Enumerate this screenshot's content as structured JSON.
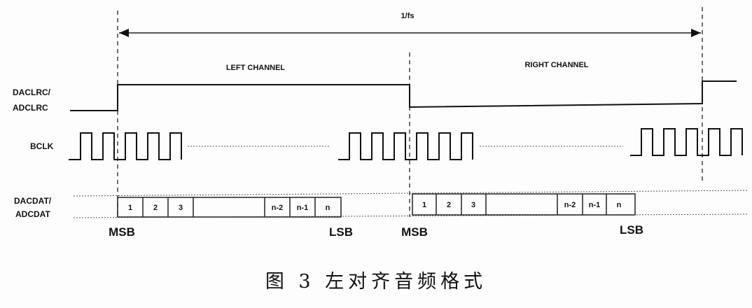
{
  "period_label": "1/fs",
  "channels": {
    "left": "LEFT CHANNEL",
    "right": "RIGHT CHANNEL"
  },
  "signals": {
    "lrclk": [
      "DACLRC/",
      "ADCLRC"
    ],
    "bclk": "BCLK",
    "data": [
      "DACDAT/",
      "ADCDAT"
    ]
  },
  "bits": [
    "1",
    "2",
    "3",
    "n-2",
    "n-1",
    "n"
  ],
  "markers": {
    "msb": "MSB",
    "lsb": "LSB"
  },
  "caption": "图 3  左对齐音频格式"
}
